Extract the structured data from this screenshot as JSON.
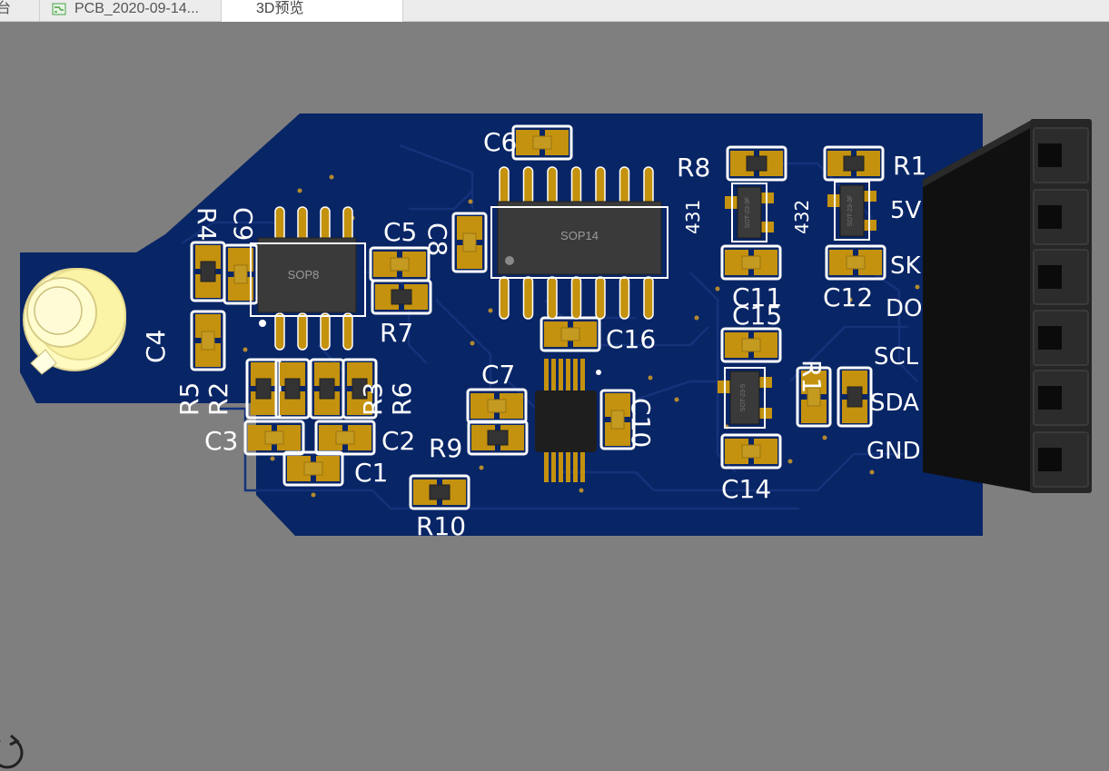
{
  "tabs": [
    {
      "label": "台"
    },
    {
      "label": "PCB_2020-09-14..."
    },
    {
      "label": "3D预览"
    }
  ],
  "icons": {
    "pcb_tab": "pcb-file-icon",
    "rotate": "rotate-icon"
  },
  "board": {
    "chips": [
      "SOP8",
      "SOP14"
    ],
    "chip_marks": [
      "SOT-23-3F",
      "SOT-23-3F",
      "SOT-23-5"
    ],
    "part_notes": [
      "431",
      "432"
    ],
    "refs": [
      "C6",
      "R8",
      "R1",
      "C9",
      "R4",
      "C5",
      "C8",
      "5V",
      "SK",
      "C11",
      "C12",
      "DO",
      "R7",
      "C15",
      "C16",
      "C4",
      "SCL",
      "C7",
      "R1",
      "SDA",
      "R5",
      "R2",
      "R3",
      "R6",
      "C10",
      "C3",
      "C2",
      "R9",
      "GND",
      "C1",
      "C14",
      "R10"
    ],
    "pins": [
      "5V",
      "SK",
      "DO",
      "SCL",
      "SDA",
      "GND"
    ]
  },
  "colors": {
    "board": "#082566",
    "pad": "#c4920e",
    "silk": "#ffffff",
    "chip": "#3a3a3a",
    "background": "#7f7f7f",
    "header": "#1d1d1d"
  }
}
